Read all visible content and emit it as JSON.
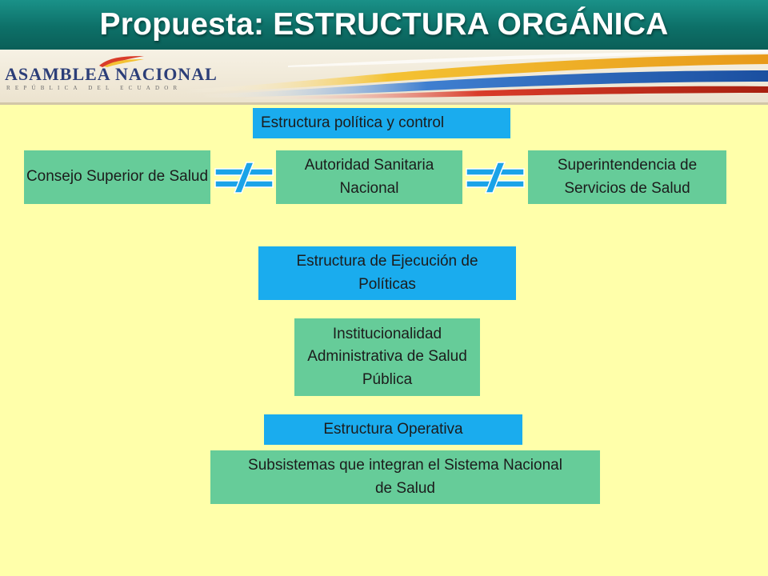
{
  "header": {
    "title": "Propuesta: ESTRUCTURA ORGÁNICA"
  },
  "logo": {
    "name": "ASAMBLEA NACIONAL",
    "subtitle": "REPÚBLICA DEL ECUADOR"
  },
  "diagram": {
    "political_label": "Estructura política y control",
    "consejo": "Consejo Superior de Salud",
    "autoridad": "Autoridad Sanitaria Nacional",
    "superintendencia": "Superintendencia de Servicios de Salud",
    "execution_label": "Estructura de Ejecución de Políticas",
    "institucionalidad": "Institucionalidad Administrativa de Salud Pública",
    "operativa_label": "Estructura Operativa",
    "subsistemas": "Subsistemas que integran el Sistema Nacional de Salud"
  },
  "colors": {
    "title_bar": "#0d7068",
    "background": "#ffffaa",
    "green_box": "#66cc99",
    "blue_box": "#1aacee",
    "not_equal_symbol": "#1aa3e8"
  },
  "icons": {
    "relation_symbol": "not-equal-icon"
  }
}
